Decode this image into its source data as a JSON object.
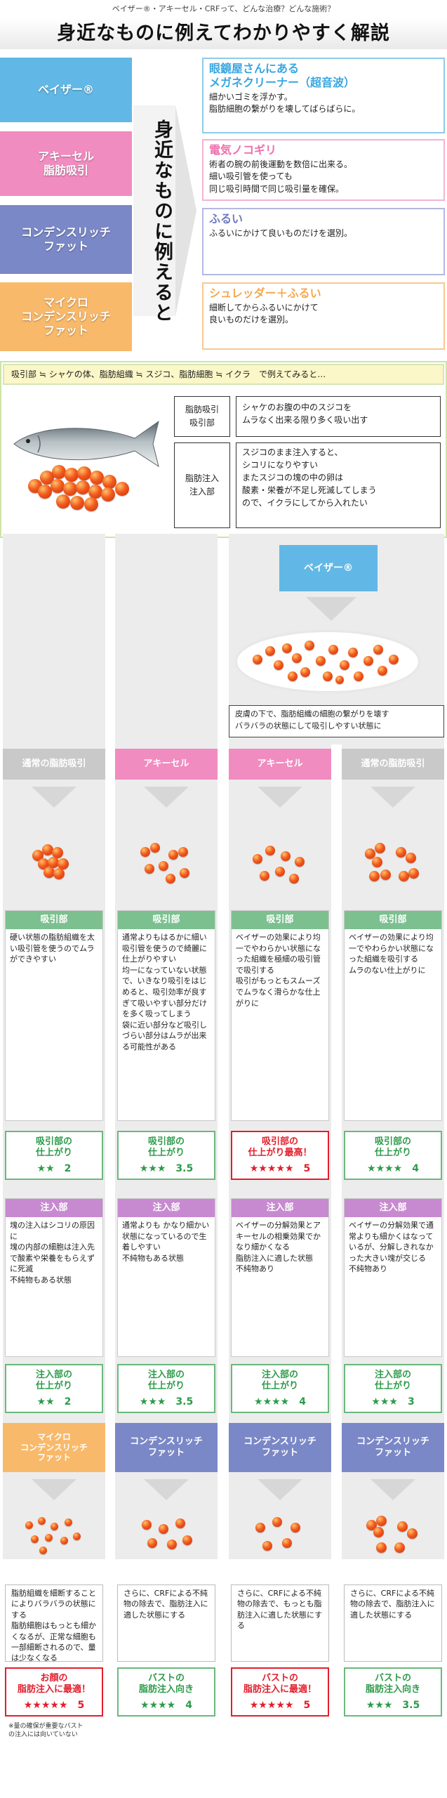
{
  "header": {
    "subtitle": "ベイザー®・アキーセル・CRFって、どんな治療？どんな施術？",
    "title": "身近なものに例えてわかりやすく解説"
  },
  "left_boxes": [
    {
      "label": "ベイザー®",
      "color": "#61b8e6"
    },
    {
      "label": "アキーセル\n脂肪吸引",
      "color": "#f08cc0"
    },
    {
      "label": "コンデンスリッチ\nファット",
      "color": "#7b88c7"
    },
    {
      "label": "マイクロ\nコンデンスリッチ\nファット",
      "color": "#f9b96a"
    }
  ],
  "vertical_title": "身近なものに例えると",
  "right_boxes": [
    {
      "heading": "眼鏡屋さんにある\nメガネクリーナー（超音波）",
      "text": "細かいゴミを浮かす。\n脂肪細胞の繋がりを壊してばらばらに。",
      "color": "#37a6e0"
    },
    {
      "heading": "電気ノコギリ",
      "text": "術者の腕の前後運動を数倍に出来る。\n細い吸引管を使っても\n同じ吸引時間で同じ吸引量を確保。",
      "color": "#ee6fae"
    },
    {
      "heading": "ふるい",
      "text": "ふるいにかけて良いものだけを選別。",
      "color": "#6f7bc0"
    },
    {
      "heading": "シュレッダー＋ふるい",
      "text": "細断してからふるいにかけて\n良いものだけを選別。",
      "color": "#f5a750"
    }
  ],
  "analogy": {
    "header": "吸引部 ≒ シャケの体、脂肪組織 ≒ スジコ、脂肪細胞 ≒ イクラ　で例えてみると…",
    "rows": [
      {
        "label": "脂肪吸引\n吸引部",
        "text": "シャケのお腹の中のスジコを\nムラなく出来る限り多く吸い出す"
      },
      {
        "label": "脂肪注入\n注入部",
        "text": "スジコのまま注入すると、\nシコリになりやすい\nまたスジコの塊の中の卵は\n酸素・栄養が不足し死滅してしまう\nので、イクラにしてから入れたい"
      }
    ]
  },
  "vaser": {
    "label": "ベイザー®",
    "description": "皮膚の下で、脂肪組織の細胞の繋がりを壊す\nバラバラの状態にして吸引しやすい状態に"
  },
  "columns": [
    {
      "label": "通常の脂肪吸引",
      "color": "#c9c9c9"
    },
    {
      "label": "アキーセル",
      "color": "#f08cc0"
    },
    {
      "label": "アキーセル",
      "color": "#f08cc0"
    },
    {
      "label": "通常の脂肪吸引",
      "color": "#c9c9c9"
    }
  ],
  "suction_cards": [
    {
      "heading": "吸引部",
      "text": "硬い状態の脂肪組織を太い吸引管を使うのでムラができやすい"
    },
    {
      "heading": "吸引部",
      "text": "通常よりもはるかに細い吸引管を使うので綺麗に仕上がりやすい\n均一になっていない状態で、いきなり吸引をはじめると、吸引効率が良すぎて吸いやすい部分だけを多く吸ってしまう\n袋に近い部分など吸引しづらい部分はムラが出来る可能性がある"
    },
    {
      "heading": "吸引部",
      "text": "ベイザーの効果により均一でやわらかい状態になった組織を極細の吸引管で吸引する\n吸引がもっともスムーズでムラなく滑らかな仕上がりに"
    },
    {
      "heading": "吸引部",
      "text": "ベイザーの効果により均一でやわらかい状態になった組織を吸引する\nムラのない仕上がりに"
    }
  ],
  "suction_grades": [
    {
      "title": "吸引部の\n仕上がり",
      "stars": "★★　2",
      "highlight": false
    },
    {
      "title": "吸引部の\n仕上がり",
      "stars": "★★★　3.5",
      "highlight": false
    },
    {
      "title": "吸引部の\n仕上がり最高！",
      "stars": "★★★★★　5",
      "highlight": true
    },
    {
      "title": "吸引部の\n仕上がり",
      "stars": "★★★★　4",
      "highlight": false
    }
  ],
  "injection_cards": [
    {
      "heading": "注入部",
      "text": "塊の注入はシコリの原因に\n塊の内部の細胞は注入先で酸素や栄養をもらえずに死滅\n不純物もある状態"
    },
    {
      "heading": "注入部",
      "text": "通常よりも かなり細かい状態になっているので生着しやすい\n不純物もある状態"
    },
    {
      "heading": "注入部",
      "text": "ベイザーの分解効果とアキーセルの相乗効果でかなり細かくなる\n脂肪注入に適した状態\n不純物あり"
    },
    {
      "heading": "注入部",
      "text": "ベイザーの分解効果で通常よりも細かくはなっているが、分解しきれなかった大きい塊が交じる\n不純物あり"
    }
  ],
  "injection_grades": [
    {
      "title": "注入部の\n仕上がり",
      "stars": "★★　2",
      "highlight": false
    },
    {
      "title": "注入部の\n仕上がり",
      "stars": "★★★　3.5",
      "highlight": false
    },
    {
      "title": "注入部の\n仕上がり",
      "stars": "★★★★　4",
      "highlight": false
    },
    {
      "title": "注入部の\n仕上がり",
      "stars": "★★★　3",
      "highlight": false
    }
  ],
  "crf_labels": [
    {
      "label": "マイクロ\nコンデンスリッチ\nファット",
      "color": "#f9b96a"
    },
    {
      "label": "コンデンスリッチ\nファット",
      "color": "#7b88c7"
    },
    {
      "label": "コンデンスリッチ\nファット",
      "color": "#7b88c7"
    },
    {
      "label": "コンデンスリッチ\nファット",
      "color": "#7b88c7"
    }
  ],
  "final_texts": [
    "脂肪組織を細断することによりバラバラの状態にする\n脂肪細胞はもっとも細かくなるが、正常な細胞も一部細断されるので、量は少なくなる",
    "さらに、CRFによる不純物の除去で、脂肪注入に適した状態にする",
    "さらに、CRFによる不純物の除去で、もっとも脂肪注入に適した状態にする",
    "さらに、CRFによる不純物の除去で、脂肪注入に適した状態にする"
  ],
  "final_grades": [
    {
      "title": "お顔の\n脂肪注入に最適！",
      "stars": "★★★★★　5",
      "highlight": true
    },
    {
      "title": "バストの\n脂肪注入向き",
      "stars": "★★★★　4",
      "highlight": false
    },
    {
      "title": "バストの\n脂肪注入に最適！",
      "stars": "★★★★★　5",
      "highlight": true
    },
    {
      "title": "バストの\n脂肪注入向き",
      "stars": "★★★　3.5",
      "highlight": false
    }
  ],
  "footnote": "※量の確保が重要なバスト\nの注入には向いていない",
  "colors": {
    "green": "#6ab87e",
    "red": "#e21e2c",
    "gray": "#ececec"
  }
}
